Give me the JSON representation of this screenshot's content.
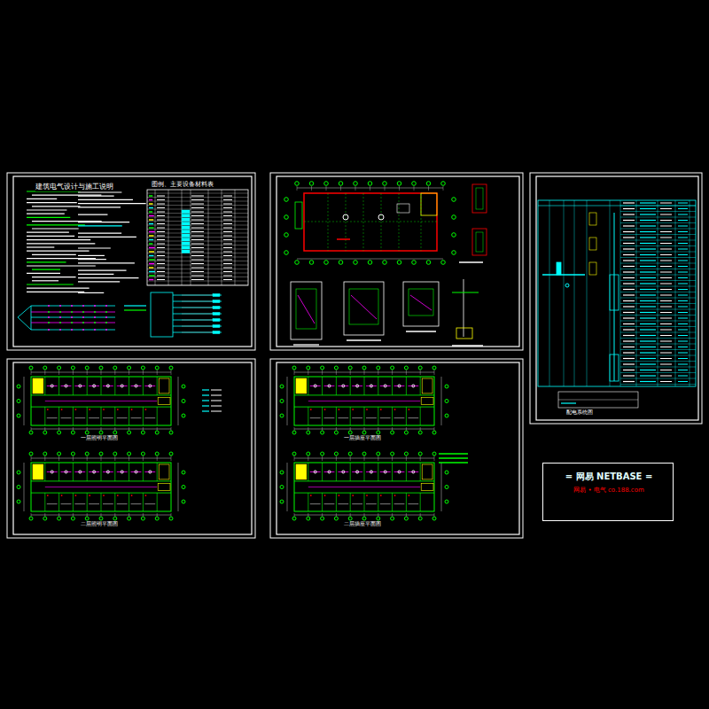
{
  "diagram": {
    "nodes": [
      {
        "text": [
          "建筑电气设计与施工说明"
        ]
      },
      {
        "text": [
          "= 网易 NETBASE =",
          "网易 • 电气 co.188.com"
        ]
      }
    ],
    "labels": [
      "图例、主要设备材料表",
      "一层照明平面图",
      "二层照明平面图",
      "一层插座平面图",
      "二层插座平面图",
      "配电系统图"
    ]
  }
}
